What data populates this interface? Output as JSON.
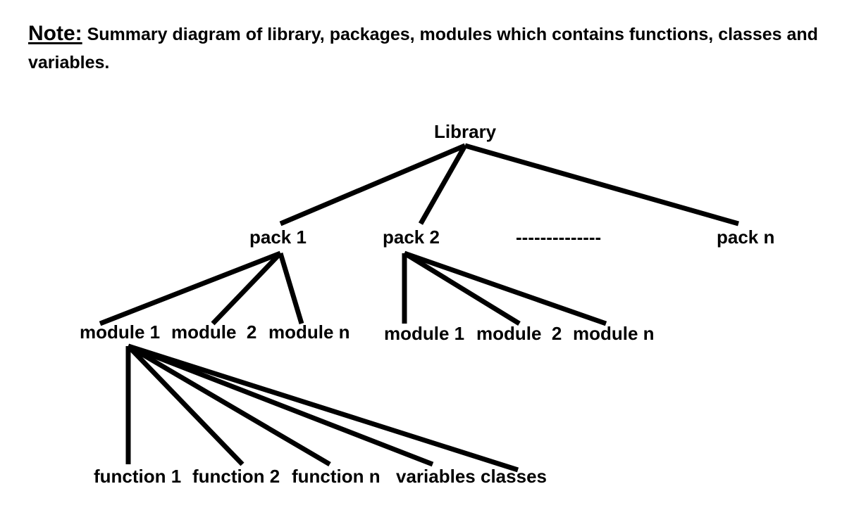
{
  "note": {
    "label": "Note:",
    "text": " Summary diagram of library, packages, modules which contains functions, classes and variables."
  },
  "diagram": {
    "root": "Library",
    "packs": [
      "pack 1",
      "pack 2",
      "--------------",
      "pack n"
    ],
    "pack1_modules": [
      "module 1",
      "module  2",
      "module n"
    ],
    "pack2_modules": [
      "module 1",
      "module  2",
      "module n"
    ],
    "module1_members": [
      "function 1",
      "function 2",
      "function n",
      "variables",
      "classes"
    ]
  }
}
